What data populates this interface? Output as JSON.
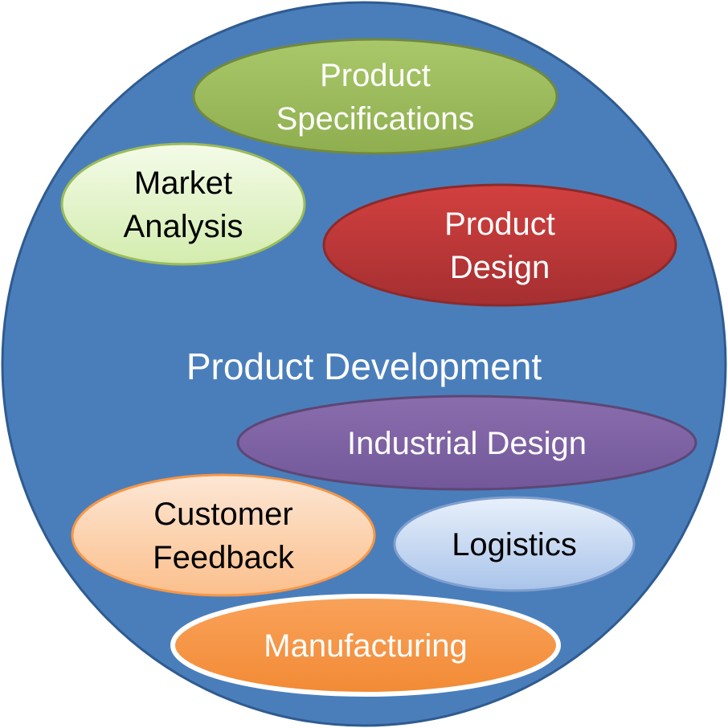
{
  "center": {
    "label": "Product Development",
    "fill": "#4a7ebb",
    "stroke": "#2f5b90"
  },
  "ellipses": [
    {
      "id": "product-specifications",
      "lines": [
        "Product",
        "Specifications"
      ],
      "fill": "#9bbb59",
      "stroke": "#71893f",
      "text_color": "#ffffff"
    },
    {
      "id": "market-analysis",
      "lines": [
        "Market",
        "Analysis"
      ],
      "fill": "#e4f5c9",
      "stroke": "#9bbb59",
      "text_color": "#000000"
    },
    {
      "id": "product-design",
      "lines": [
        "Product",
        "Design"
      ],
      "fill": "#c0383a",
      "stroke": "#8c2a2b",
      "text_color": "#ffffff"
    },
    {
      "id": "industrial-design",
      "lines": [
        "Industrial Design"
      ],
      "fill": "#8064a2",
      "stroke": "#5c4776",
      "text_color": "#ffffff"
    },
    {
      "id": "customer-feedback",
      "lines": [
        "Customer",
        "Feedback"
      ],
      "fill": "#fbd5b5",
      "stroke": "#f79646",
      "text_color": "#000000"
    },
    {
      "id": "logistics",
      "lines": [
        "Logistics"
      ],
      "fill": "#c6d9f1",
      "stroke": "#7f9fd0",
      "text_color": "#000000"
    },
    {
      "id": "manufacturing",
      "lines": [
        "Manufacturing"
      ],
      "fill": "#f79646",
      "stroke": "#ffffff",
      "text_color": "#ffffff"
    }
  ]
}
